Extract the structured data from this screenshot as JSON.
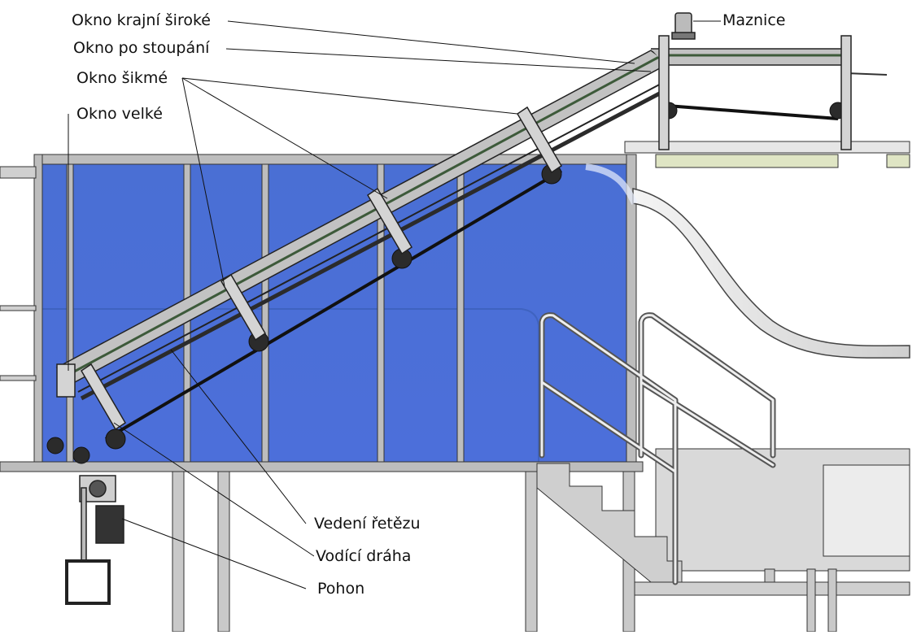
{
  "labels": {
    "okno_krajni_siroke": "Okno krajní široké",
    "okno_po_stoupani": "Okno po stoupání",
    "okno_sikme": "Okno šikmé",
    "okno_velke": "Okno velké",
    "maznice": "Maznice",
    "vedeni_retezu": "Vedení řetězu",
    "vodici_draha": "Vodící dráha",
    "pohon": "Pohon"
  },
  "colors": {
    "water": "#4f74d6",
    "steel": "#8a8a8a",
    "light_steel": "#d6d6d6",
    "platform": "#d8d8d8",
    "plate": "#dfe5c4",
    "line": "#111111"
  }
}
